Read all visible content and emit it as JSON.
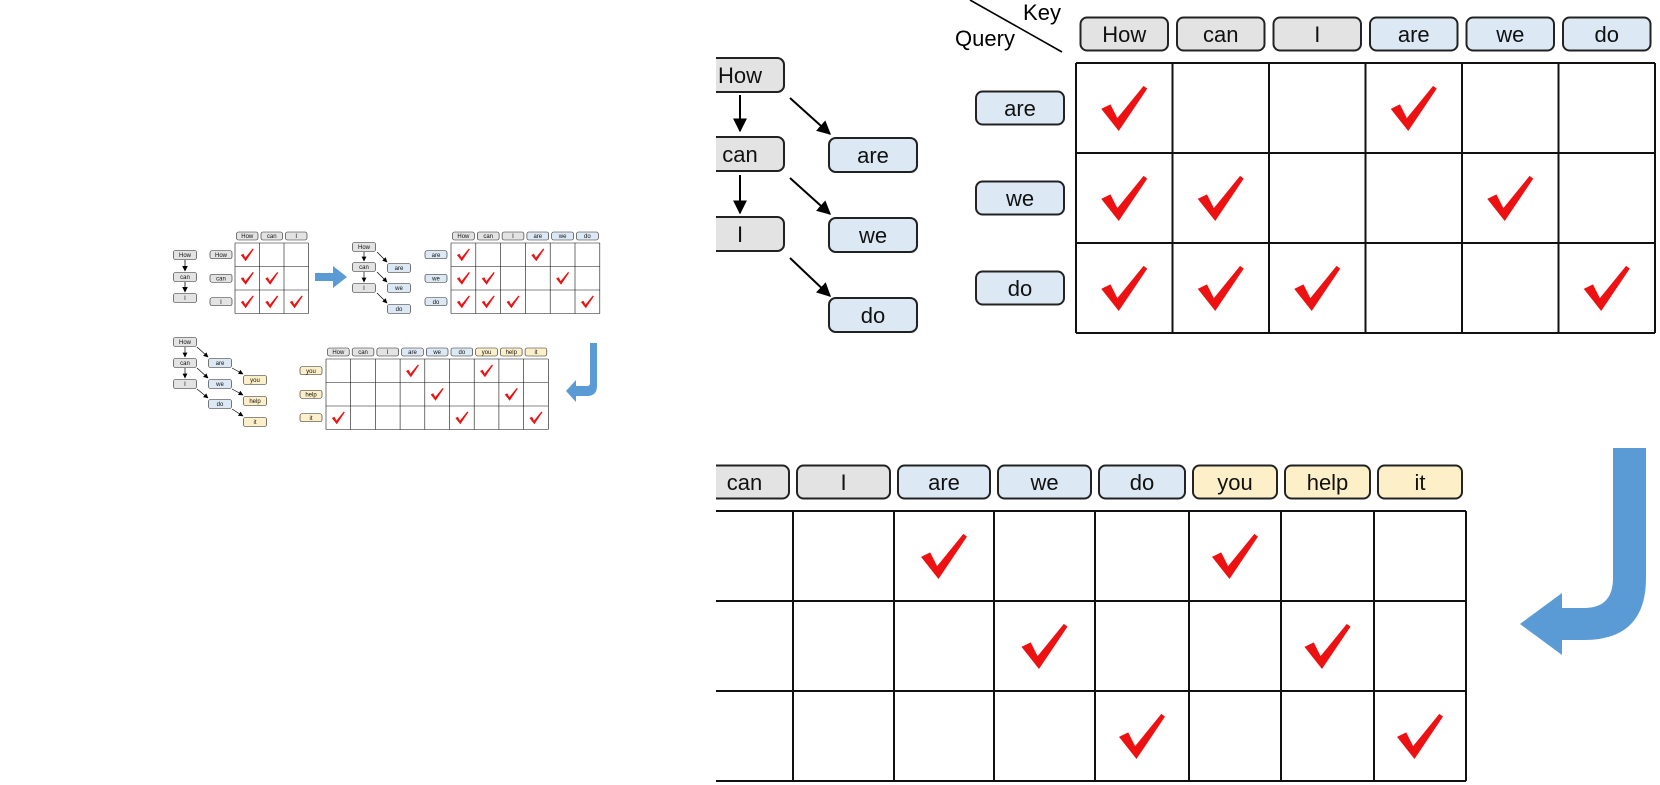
{
  "colors": {
    "base_token": "#e3e3e3",
    "level1_token": "#dce9f5",
    "level2_token": "#fdf0c8",
    "token_stroke": "#222222",
    "check": "#ee1111",
    "arrow": "#5b9bd5",
    "grid": "#111111"
  },
  "icons": {
    "check": "check-mark-icon",
    "right_arrow": "right-arrow-icon",
    "return_arrow": "return-arrow-icon"
  },
  "header_labels": {
    "key": "Key",
    "query": "Query"
  },
  "stage1": {
    "tree": [
      "How",
      "can",
      "I"
    ],
    "keys": [
      "How",
      "can",
      "I"
    ],
    "queries": [
      "How",
      "can",
      "I"
    ],
    "matrix": [
      [
        1,
        0,
        0
      ],
      [
        1,
        1,
        0
      ],
      [
        1,
        1,
        1
      ]
    ]
  },
  "stage2": {
    "tree_base": [
      "How",
      "can",
      "I"
    ],
    "tree_level1": [
      "are",
      "we",
      "do"
    ],
    "keys": [
      "How",
      "can",
      "I",
      "are",
      "we",
      "do"
    ],
    "key_levels": [
      0,
      0,
      0,
      1,
      1,
      1
    ],
    "queries": [
      "are",
      "we",
      "do"
    ],
    "matrix": [
      [
        1,
        0,
        0,
        1,
        0,
        0
      ],
      [
        1,
        1,
        0,
        0,
        1,
        0
      ],
      [
        1,
        1,
        1,
        0,
        0,
        1
      ]
    ]
  },
  "stage3": {
    "tree_base": [
      "How",
      "can",
      "I"
    ],
    "tree_level1": [
      "are",
      "we",
      "do"
    ],
    "tree_level2": [
      "you",
      "help",
      "it"
    ],
    "keys": [
      "How",
      "can",
      "I",
      "are",
      "we",
      "do",
      "you",
      "help",
      "it"
    ],
    "key_levels": [
      0,
      0,
      0,
      1,
      1,
      1,
      2,
      2,
      2
    ],
    "queries": [
      "you",
      "help",
      "it"
    ],
    "matrix": [
      [
        0,
        0,
        0,
        1,
        0,
        0,
        1,
        0,
        0
      ],
      [
        0,
        0,
        0,
        0,
        1,
        0,
        0,
        1,
        0
      ],
      [
        1,
        0,
        0,
        0,
        0,
        1,
        0,
        0,
        1
      ]
    ]
  }
}
